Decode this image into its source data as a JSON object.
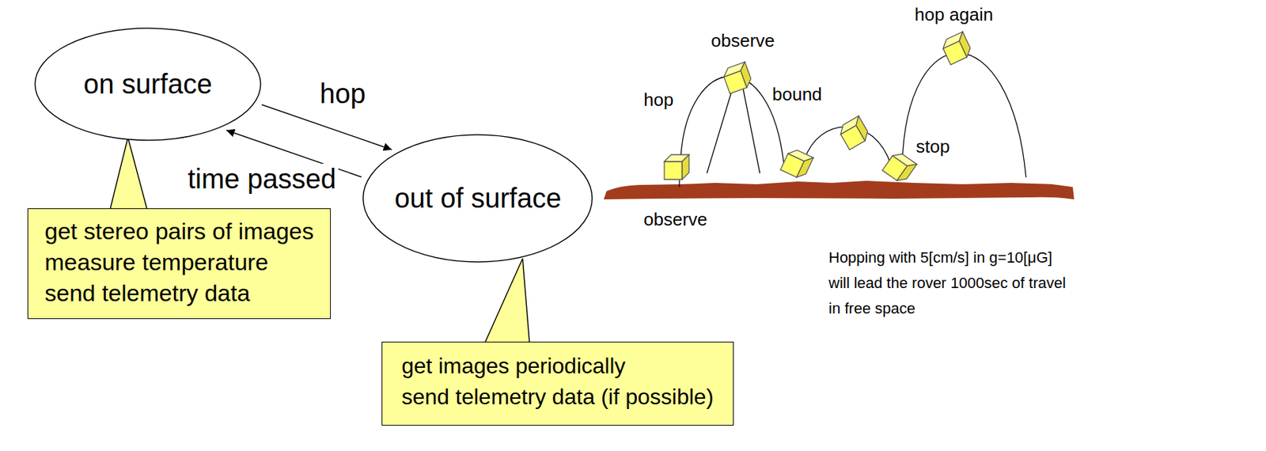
{
  "diagram": {
    "nodes": [
      {
        "text": [
          "on surface"
        ]
      },
      {
        "text": [
          "out of surface"
        ]
      },
      {
        "text": [
          "get stereo pairs of images",
          "measure temperature",
          "send telemetry data"
        ]
      },
      {
        "text": [
          "get images periodically",
          "send telemetry data (if possible)"
        ]
      }
    ],
    "edges": [
      {
        "from": 0,
        "to": 1,
        "label": "hop",
        "arrow": "to"
      },
      {
        "from": 1,
        "to": 0,
        "label": "time passed",
        "arrow": "to"
      }
    ],
    "labels": [
      "hop again",
      "observe",
      "hop",
      "bound",
      "stop",
      "observe",
      "Hopping with 5[cm/s] in g=10[μG] will lead the rover 1000sec of travel in free space"
    ]
  }
}
